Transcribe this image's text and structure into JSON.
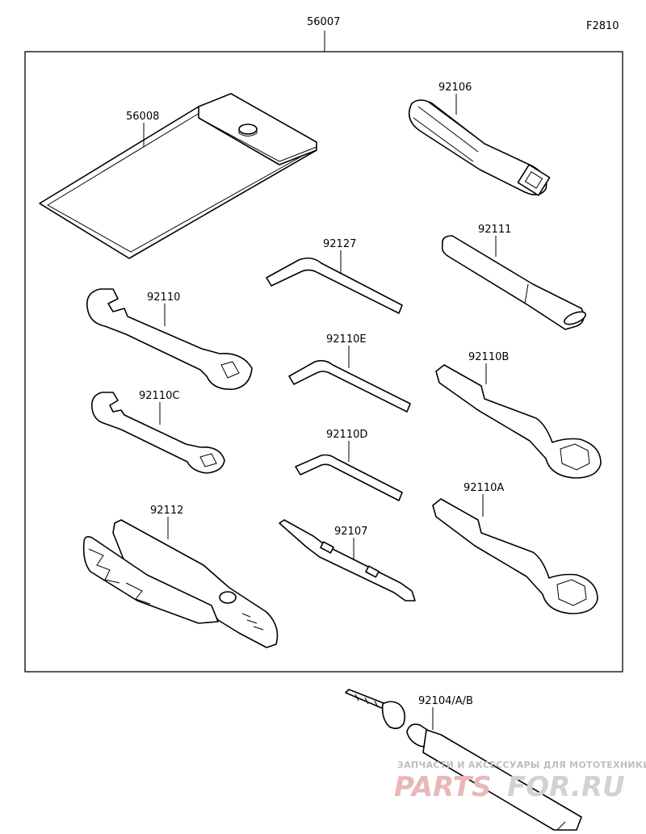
{
  "diagram": {
    "figure_code": "F2810",
    "callouts": {
      "kit": "56007",
      "pouch": "56008",
      "screwdriver_handle": "92106",
      "handle_bar": "92111",
      "hex_key_long": "92127",
      "wrench_open_large": "92110",
      "hex_key_e": "92110E",
      "wrench_ring_b": "92110B",
      "wrench_open_small": "92110C",
      "hex_key_d": "92110D",
      "pliers": "92112",
      "screwdriver_bit": "92107",
      "wrench_ring_a": "92110A",
      "grease_tube": "92104/A/B"
    }
  },
  "watermark": {
    "caption": "ЗАПЧАСТИ И АКСЕССУАРЫ ДЛЯ МОТОТЕХНИКИ",
    "logo_left": "PARTS",
    "logo_right": "FOR.RU",
    "color_primary": "#e8b7b7",
    "color_secondary": "#d2d2d2"
  }
}
